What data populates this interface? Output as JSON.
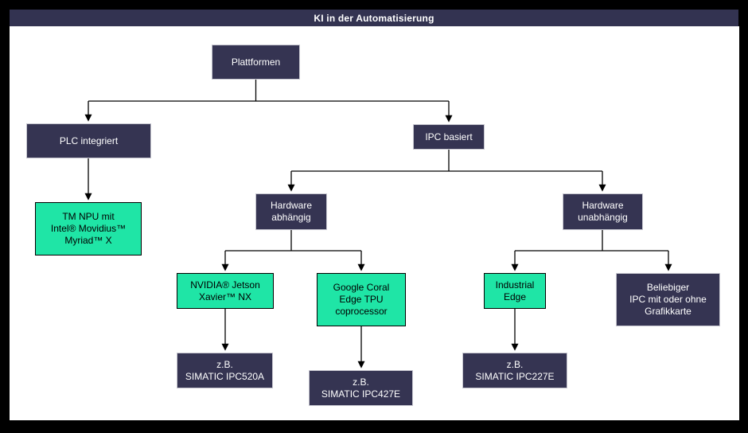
{
  "title": "KI in der Automatisierung",
  "colors": {
    "title_bar": "#333351",
    "node_dark": "#353452",
    "node_green": "#1fe5a6",
    "line": "#000000",
    "frame": "#000000",
    "canvas": "#ffffff"
  },
  "nodes": {
    "plattformen": {
      "label": "Plattformen"
    },
    "plc_integriert": {
      "label": "PLC integriert"
    },
    "ipc_basiert": {
      "label": "IPC basiert"
    },
    "tm_npu": {
      "label": "TM NPU mit\nIntel® Movidius™\nMyriad™ X"
    },
    "hw_abhaengig": {
      "label": "Hardware\nabhängig"
    },
    "hw_unabhaengig": {
      "label": "Hardware\nunabhängig"
    },
    "nvidia_jetson": {
      "label": "NVIDIA® Jetson\nXavier™ NX"
    },
    "google_coral": {
      "label": "Google Coral\nEdge TPU\ncoprocessor"
    },
    "industrial_edge": {
      "label": "Industrial\nEdge"
    },
    "beliebiger_ipc": {
      "label": "Beliebiger\nIPC mit oder ohne\nGrafikkarte"
    },
    "ipc520a": {
      "label": "z.B.\nSIMATIC IPC520A"
    },
    "ipc427e": {
      "label": "z.B.\nSIMATIC IPC427E"
    },
    "ipc227e": {
      "label": "z.B.\nSIMATIC IPC227E"
    }
  }
}
